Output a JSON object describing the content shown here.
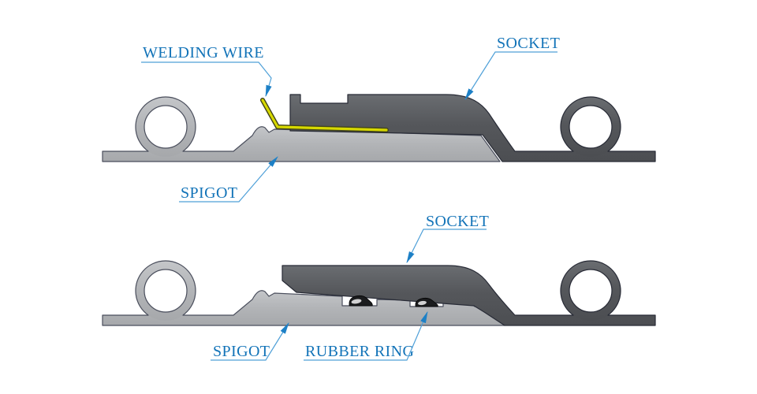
{
  "figures": {
    "top": {
      "name": "welded-joint-cross-section",
      "labels": {
        "welding_wire": "WELDING WIRE",
        "socket": "SOCKET",
        "spigot": "SPIGOT"
      }
    },
    "bottom": {
      "name": "rubber-ring-joint-cross-section",
      "labels": {
        "socket": "SOCKET",
        "spigot": "SPIGOT",
        "rubber_ring": "RUBBER RING"
      }
    }
  },
  "colors": {
    "background": "#FFFFFF",
    "label_blue": "#1273B8",
    "leader_blue": "#4FA0D8",
    "arrow_blue": "#1D80C6",
    "spigot_gray": "#B2B4B7",
    "spigot_gray_light": "#C4C6C9",
    "spigot_gray_dark": "#A6A8AB",
    "socket_gray": "#55575B",
    "socket_gray_light": "#6A6D71",
    "socket_gray_dark": "#4C4E52",
    "outline_mid": "#4A4E5C",
    "outline_dark": "#282B36",
    "wire_yellow": "#D7D900",
    "wire_outline": "#42441A",
    "rubber_black": "#1B1C1E"
  }
}
